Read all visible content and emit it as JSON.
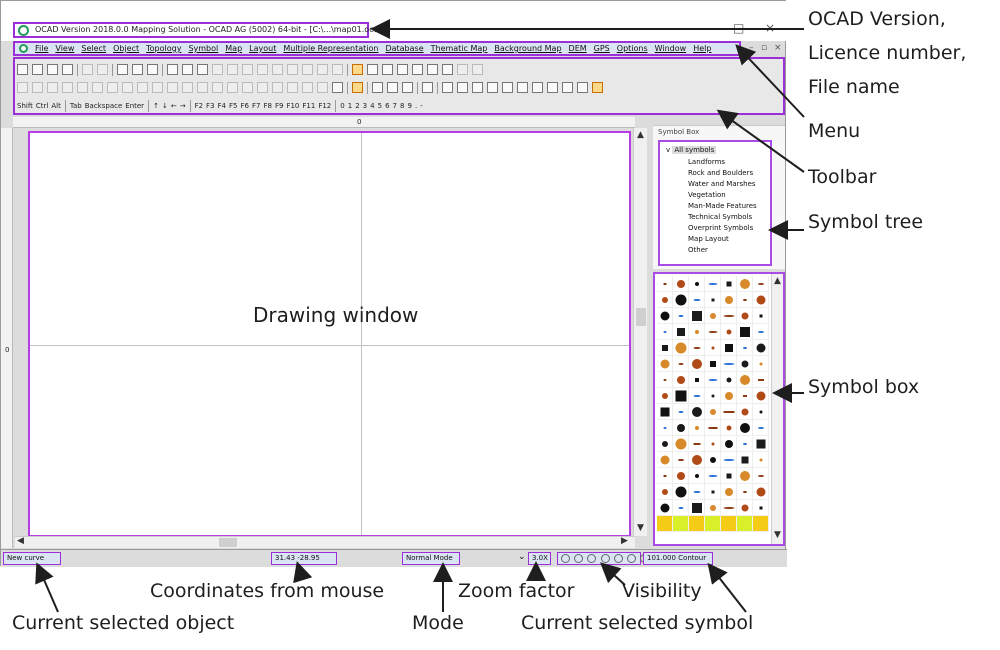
{
  "title_bar": {
    "title": "OCAD Version 2018.0.0  Mapping Solution - OCAD AG (5002) 64-bit - [C:\\...\\map01.ocd]",
    "minimize": "—",
    "maximize": "□",
    "close": "×"
  },
  "menu": {
    "items": [
      "File",
      "View",
      "Select",
      "Object",
      "Topology",
      "Symbol",
      "Map",
      "Layout",
      "Multiple Representation",
      "Database",
      "Thematic Map",
      "Background Map",
      "DEM",
      "GPS",
      "Options",
      "Window",
      "Help"
    ],
    "mdi_minimize": "–",
    "mdi_restore": "▫",
    "mdi_close": "×"
  },
  "toolbar": {
    "keys": [
      "Shift",
      "Ctrl",
      "Alt",
      "Tab",
      "Backspace",
      "Enter"
    ],
    "arrows": [
      "↑",
      "↓",
      "←",
      "→"
    ],
    "function_keys": [
      "F2",
      "F3",
      "F4",
      "F5",
      "F6",
      "F7",
      "F8",
      "F9",
      "F10",
      "F11",
      "F12"
    ],
    "number_keys": [
      "0",
      "1",
      "2",
      "3",
      "4",
      "5",
      "6",
      "7",
      "8",
      "9",
      ".",
      "-"
    ]
  },
  "rulers": {
    "top_label": "0",
    "left_label": "0"
  },
  "drawing_window": {
    "label": "Drawing window"
  },
  "symbol_box": {
    "title": "Symbol Box",
    "expand": "v",
    "root": "All symbols",
    "categories": [
      "Landforms",
      "Rock and Boulders",
      "Water and Marshes",
      "Vegetation",
      "Man-Made Features",
      "Technical Symbols",
      "Overprint Symbols",
      "Map Layout",
      "Other"
    ]
  },
  "status": {
    "selected_object": "New curve",
    "coordinates": "31.43  -28.95",
    "mode": "Normal Mode",
    "zoom": "3.0X",
    "selected_symbol": "101.000 Contour"
  },
  "annotations": {
    "version": "OCAD Version,",
    "licence": "Licence number,",
    "file_name": "File name",
    "menu": "Menu",
    "toolbar": "Toolbar",
    "symbol_tree": "Symbol tree",
    "symbol_box": "Symbol box",
    "coordinates": "Coordinates from mouse",
    "zoom": "Zoom factor",
    "visibility": "Visibility",
    "current_object": "Current selected object",
    "mode": "Mode",
    "current_symbol": "Current selected symbol"
  },
  "colors": {
    "highlight_border": "#9b2fd8",
    "menu_bg": "#dbe4f3",
    "logo_green": "#1f9e58"
  }
}
